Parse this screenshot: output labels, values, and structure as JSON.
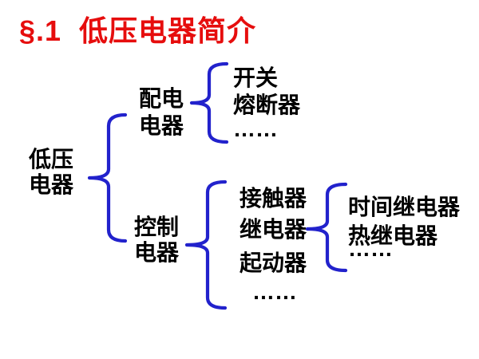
{
  "title": "§.1  低压电器简介",
  "colors": {
    "title": "#e60d0d",
    "brace": "#2222cc",
    "text": "#000000",
    "background": "#ffffff"
  },
  "tree": {
    "root": {
      "line1": "低压",
      "line2": "电器"
    },
    "level1": [
      {
        "id": "distribution-appliances",
        "line1": "配电",
        "line2": "电器",
        "children": [
          "开关",
          "熔断器",
          "……"
        ]
      },
      {
        "id": "control-appliances",
        "line1": "控制",
        "line2": "电器",
        "children": [
          "接触器",
          "继电器",
          "起动器",
          "……"
        ],
        "relay_children": [
          "时间继电器",
          "热继电器",
          "……"
        ]
      }
    ]
  }
}
